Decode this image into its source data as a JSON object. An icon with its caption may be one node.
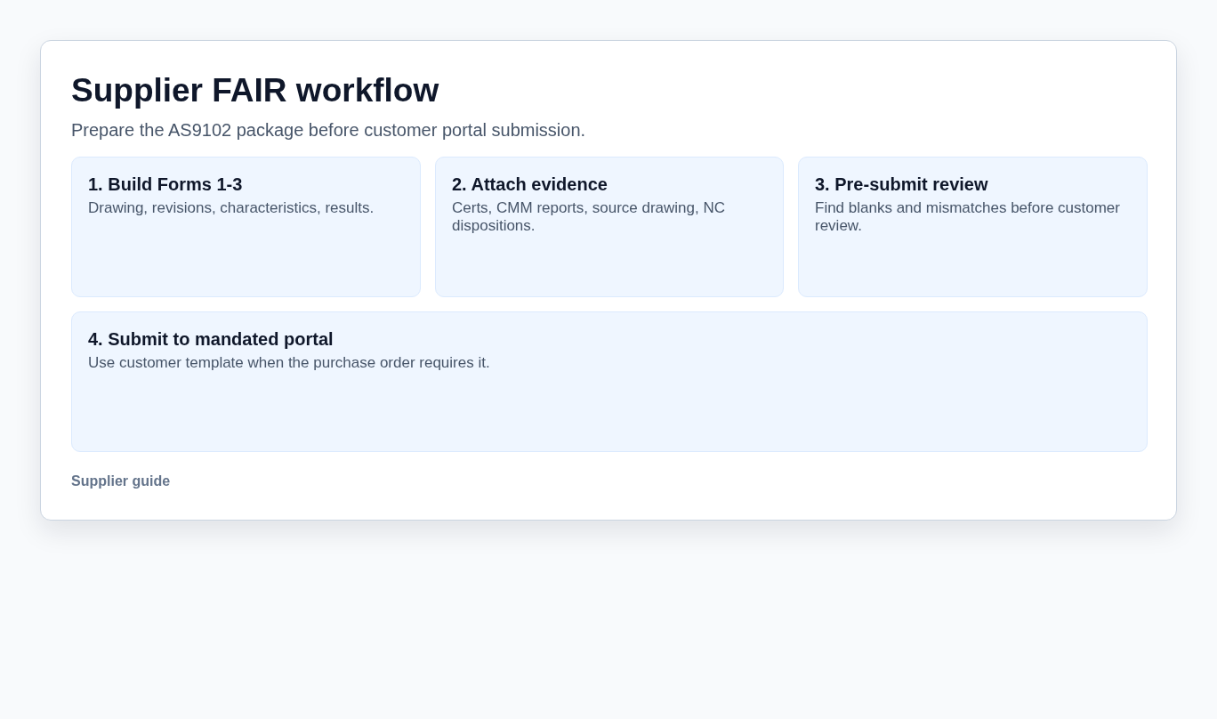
{
  "diagram": {
    "title": "Supplier FAIR workflow",
    "nodes": [
      {
        "text": [
          "1. Build Forms 1-3",
          "Drawing, revisions, characteristics, results."
        ]
      },
      {
        "text": [
          "2. Attach evidence",
          "Certs, CMM reports, source drawing, NC dispositions."
        ]
      },
      {
        "text": [
          "3. Pre-submit review",
          "Find blanks and mismatches before customer review."
        ]
      },
      {
        "text": [
          "4. Submit to mandated portal",
          "Use customer template when the purchase order requires it."
        ]
      }
    ],
    "labels": [
      "Prepare the AS9102 package before customer portal submission.",
      "Supplier guide"
    ]
  }
}
